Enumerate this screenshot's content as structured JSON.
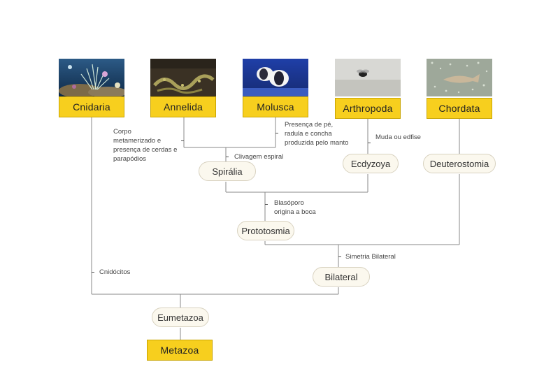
{
  "taxa": {
    "cnidaria": "Cnidaria",
    "annelida": "Annelida",
    "molusca": "Molusca",
    "arthropoda": "Arthropoda",
    "chordata": "Chordata"
  },
  "clades": {
    "spiralia": "Spirália",
    "ecdyzoya": "Ecdyzoya",
    "deuterostomia": "Deuterostomia",
    "prototosmia": "Prototosmia",
    "bilateral": "Bilateral",
    "eumetazoa": "Eumetazoa",
    "metazoa": "Metazoa"
  },
  "characters": {
    "annelida_trait": "Corpo\nmetamerizado e\npresença de cerdas e\nparapódios",
    "molusca_trait": "Presença de pé,\nradula e concha\nproduzida pelo manto",
    "spiral": "Clivagem espiral",
    "molt": "Muda ou edfise",
    "blastopore": "Blasóporo\norigina a boca",
    "bilateral_symmetry": "Simetria Bilateral",
    "cnidocytes": "Cnidócitos"
  },
  "photos": {
    "cnidaria": "coral-reef-photo",
    "annelida": "annelid-worm-photo",
    "molusca": "mollusc-photo",
    "arthropoda": "fly-photo",
    "chordata": "fish-photo"
  },
  "colors": {
    "taxon_box": "#f7cf1e",
    "clade_pill": "#fbf8ee",
    "line": "#8a8a8a"
  }
}
